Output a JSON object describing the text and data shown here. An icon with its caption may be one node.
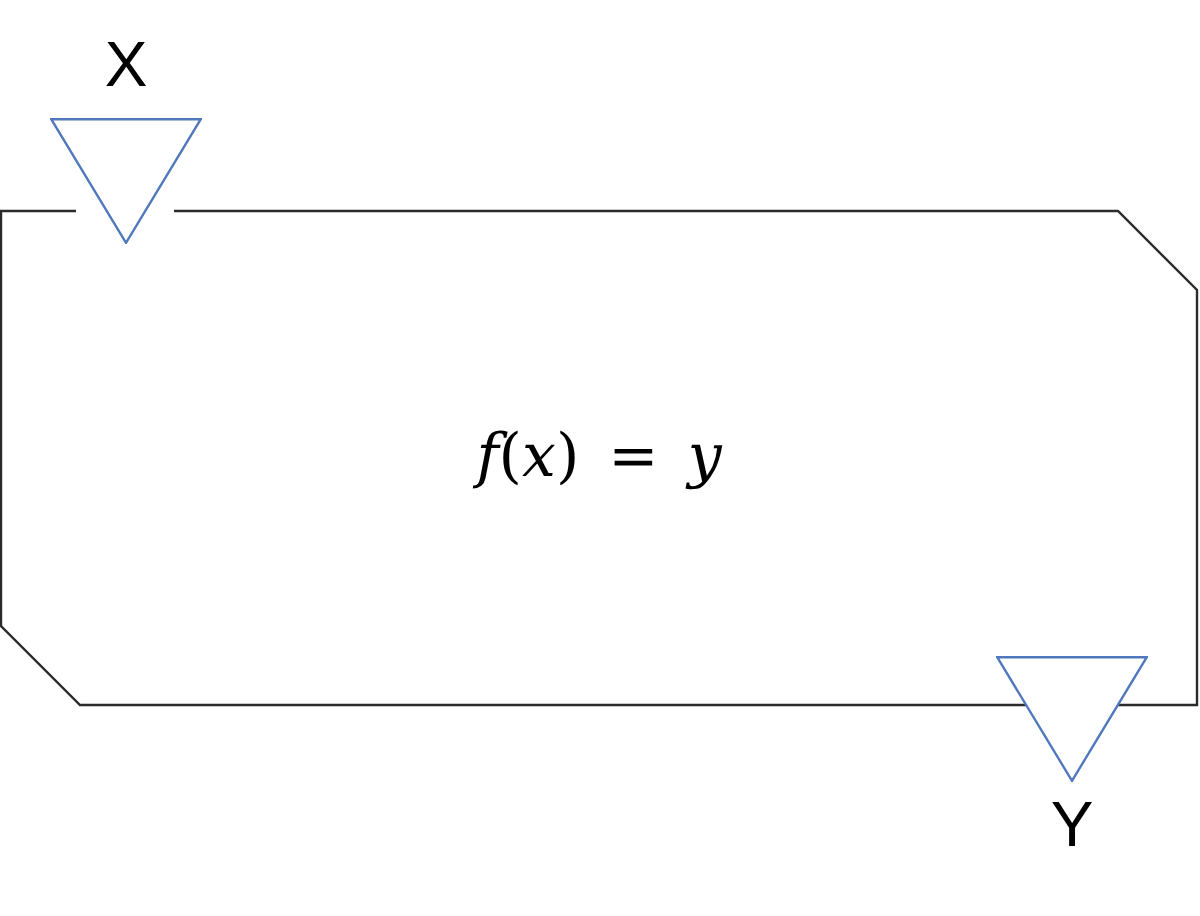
{
  "diagram": {
    "nodes": [
      {
        "text": [],
        "shape": "triangle",
        "beside": [
          "X"
        ]
      },
      {
        "text": [
          "*f*(*x*) = *y*"
        ]
      },
      {
        "text": [],
        "shape": "triangle",
        "beside": [
          "Y"
        ]
      }
    ]
  }
}
